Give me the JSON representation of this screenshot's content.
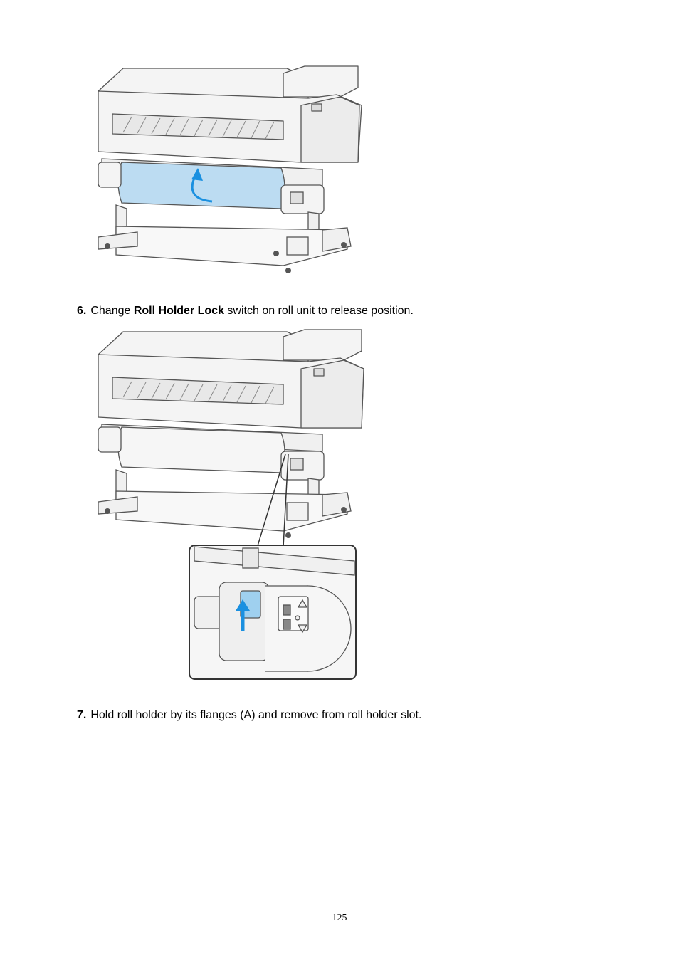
{
  "steps": [
    {
      "number": "6.",
      "text_before": "Change ",
      "bold": "Roll Holder Lock",
      "text_after": " switch on roll unit to release position."
    },
    {
      "number": "7.",
      "text": "Hold roll holder by its flanges (A) and remove from roll holder slot."
    }
  ],
  "page_number": "125",
  "colors": {
    "line": "#555555",
    "body_fill": "#f2f2f2",
    "roll_blue": "#bcdcf2",
    "arrow_blue": "#1a90e0",
    "lever_blue": "#9fd0ef"
  }
}
